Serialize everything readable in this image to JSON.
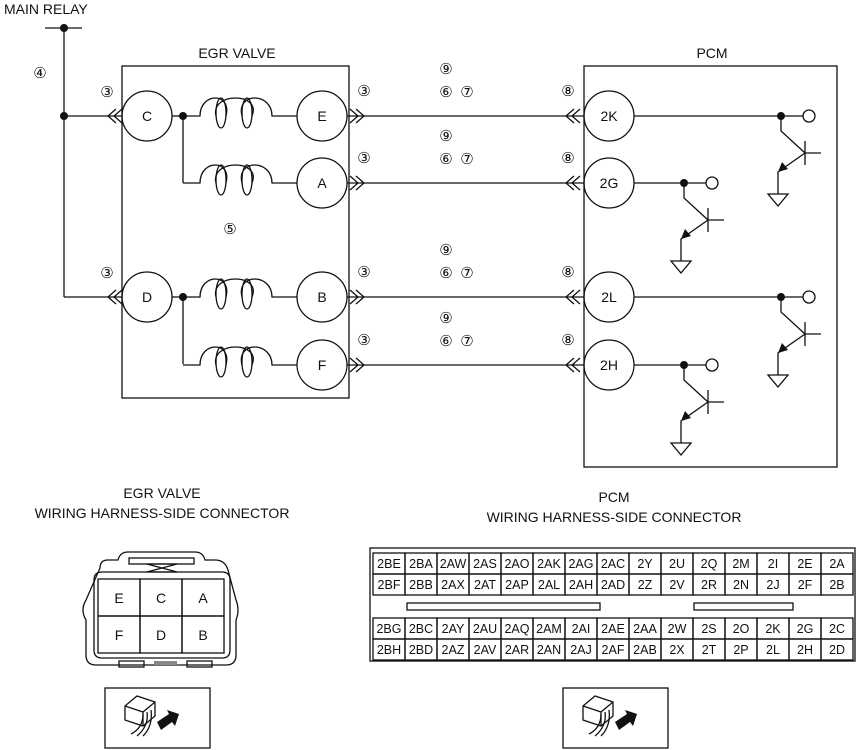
{
  "labels": {
    "main_relay": "MAIN RELAY",
    "egr_valve": "EGR VALVE",
    "pcm": "PCM",
    "egr_conn_title_1": "EGR VALVE",
    "egr_conn_title_2": "WIRING HARNESS-SIDE CONNECTOR",
    "pcm_conn_title_1": "PCM",
    "pcm_conn_title_2": "WIRING HARNESS-SIDE CONNECTOR"
  },
  "callouts": {
    "c3": "③",
    "c4": "④",
    "c5": "⑤",
    "c6": "⑥",
    "c7": "⑦",
    "c8": "⑧",
    "c9": "⑨"
  },
  "egr_terminals": [
    "C",
    "E",
    "A",
    "D",
    "B",
    "F"
  ],
  "pcm_terminals": [
    "2K",
    "2G",
    "2L",
    "2H"
  ],
  "egr_connector": {
    "rows": [
      [
        "E",
        "C",
        "A"
      ],
      [
        "F",
        "D",
        "B"
      ]
    ]
  },
  "pcm_connector": {
    "top_rows": [
      [
        "2BE",
        "2BA",
        "2AW",
        "2AS",
        "2AO",
        "2AK",
        "2AG",
        "2AC",
        "2Y",
        "2U",
        "2Q",
        "2M",
        "2I",
        "2E",
        "2A"
      ],
      [
        "2BF",
        "2BB",
        "2AX",
        "2AT",
        "2AP",
        "2AL",
        "2AH",
        "2AD",
        "2Z",
        "2V",
        "2R",
        "2N",
        "2J",
        "2F",
        "2B"
      ]
    ],
    "bottom_rows": [
      [
        "2BG",
        "2BC",
        "2AY",
        "2AU",
        "2AQ",
        "2AM",
        "2AI",
        "2AE",
        "2AA",
        "2W",
        "2S",
        "2O",
        "2K",
        "2G",
        "2C"
      ],
      [
        "2BH",
        "2BD",
        "2AZ",
        "2AV",
        "2AR",
        "2AN",
        "2AJ",
        "2AF",
        "2AB",
        "2X",
        "2T",
        "2P",
        "2L",
        "2H",
        "2D"
      ]
    ]
  },
  "icons": {
    "egr_view": "connector-harness-side-view-icon",
    "pcm_view": "connector-harness-side-view-icon"
  }
}
